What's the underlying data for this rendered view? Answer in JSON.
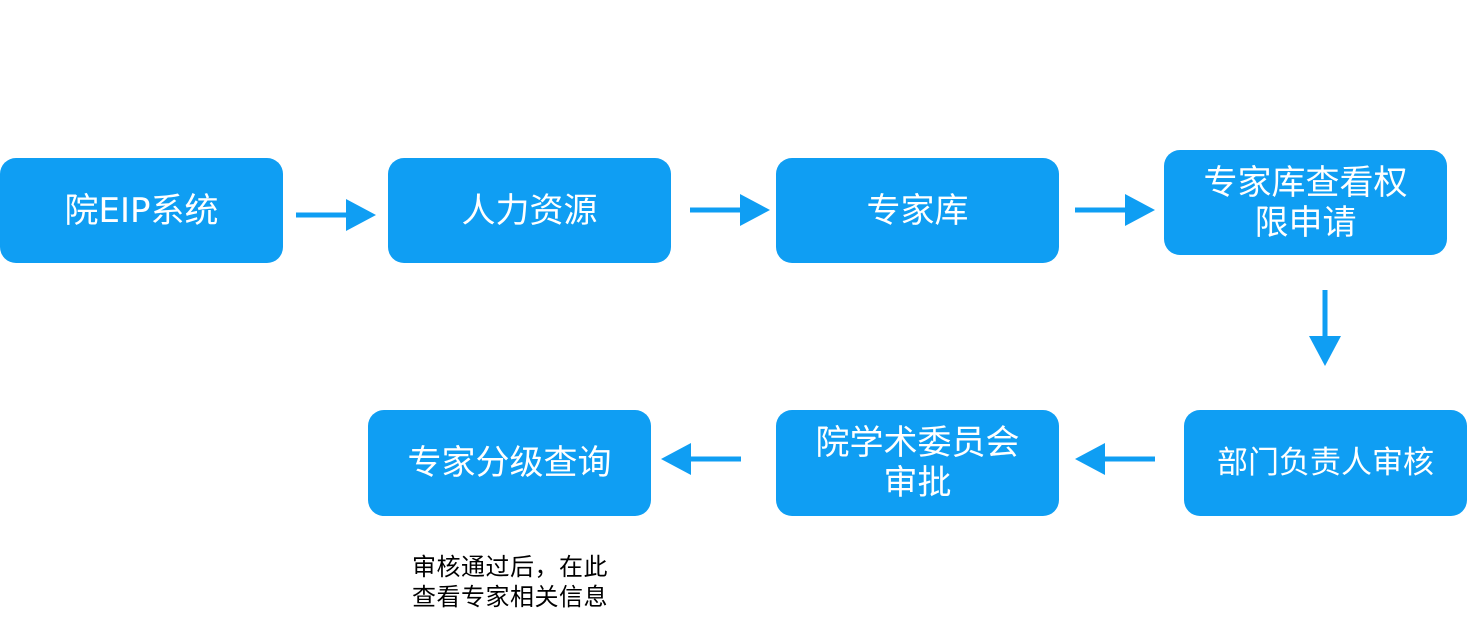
{
  "colors": {
    "node_fill": "#0f9ef3",
    "node_text": "#ffffff",
    "arrow": "#0f9ef3",
    "note_text": "#000000"
  },
  "nodes": {
    "eip": "院EIP系统",
    "hr": "人力资源",
    "expert_db": "专家库",
    "permission_apply": "专家库查看权限申请",
    "dept_review": "部门负责人审核",
    "committee_approval": "院学术委员会审批",
    "expert_query": "专家分级查询"
  },
  "note": "审核通过后，在此查看专家相关信息"
}
